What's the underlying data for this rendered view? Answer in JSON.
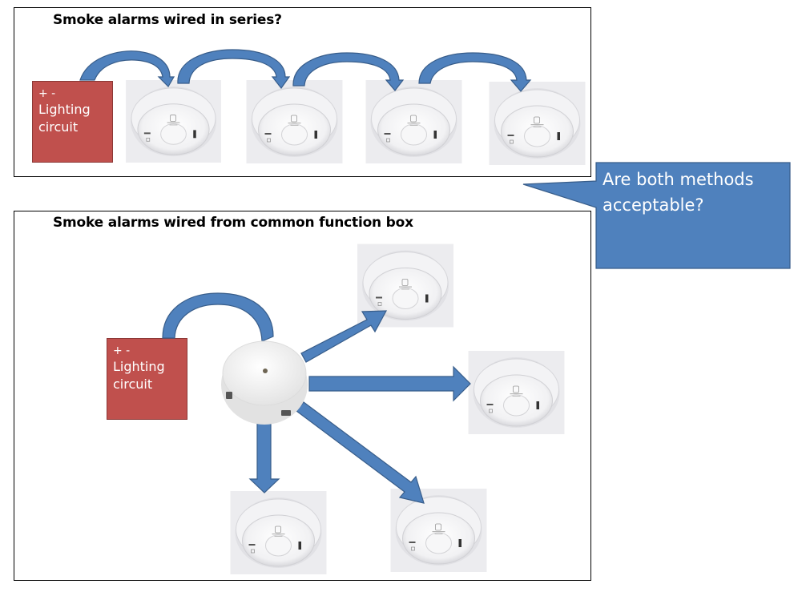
{
  "series_panel": {
    "title": "Smoke alarms wired in series?",
    "source_box": {
      "polarity": "+ -",
      "line1": "Lighting",
      "line2": "circuit"
    },
    "alarm_count": 4
  },
  "junction_panel": {
    "title": "Smoke alarms wired from common function box",
    "source_box": {
      "polarity": "+ -",
      "line1": "Lighting",
      "line2": "circuit"
    },
    "alarm_count": 4
  },
  "callout": {
    "line1": "Are both methods",
    "line2": "acceptable?"
  },
  "colors": {
    "arrow_fill": "#4f81bd",
    "arrow_stroke": "#385d8a",
    "source_box": "#c0504d",
    "callout_fill": "#4f81bd"
  }
}
